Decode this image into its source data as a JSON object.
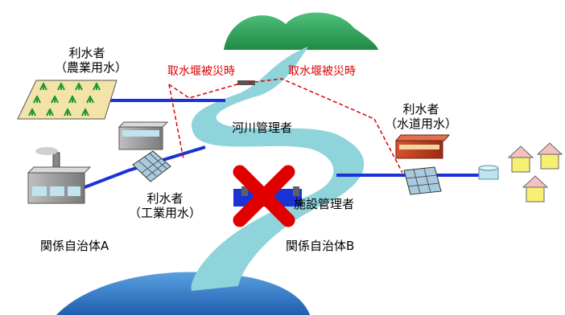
{
  "labels": {
    "user_agri_line1": "利水者",
    "user_agri_line2": "（農業用水）",
    "user_water_line1": "利水者",
    "user_water_line2": "（水道用水）",
    "user_ind_line1": "利水者",
    "user_ind_line2": "（工業用水）",
    "river_manager": "河川管理者",
    "facility_manager": "施設管理者",
    "municipality_a": "関係自治体A",
    "municipality_b": "関係自治体B",
    "intake_damage_left": "取水堰被災時",
    "intake_damage_right": "取水堰被災時"
  },
  "colors": {
    "river": "#8fd3db",
    "pipe": "#1a33d6",
    "mountain": "#2ea35b",
    "lake": "#2f79c9",
    "dash": "#e00000",
    "cross": "#e00000"
  },
  "icons": {
    "rice_field": "rice-field-icon",
    "factory": "factory-icon",
    "water_plant": "water-plant-icon",
    "houses": "house-icon",
    "cross_mark": "cross-mark-icon"
  }
}
